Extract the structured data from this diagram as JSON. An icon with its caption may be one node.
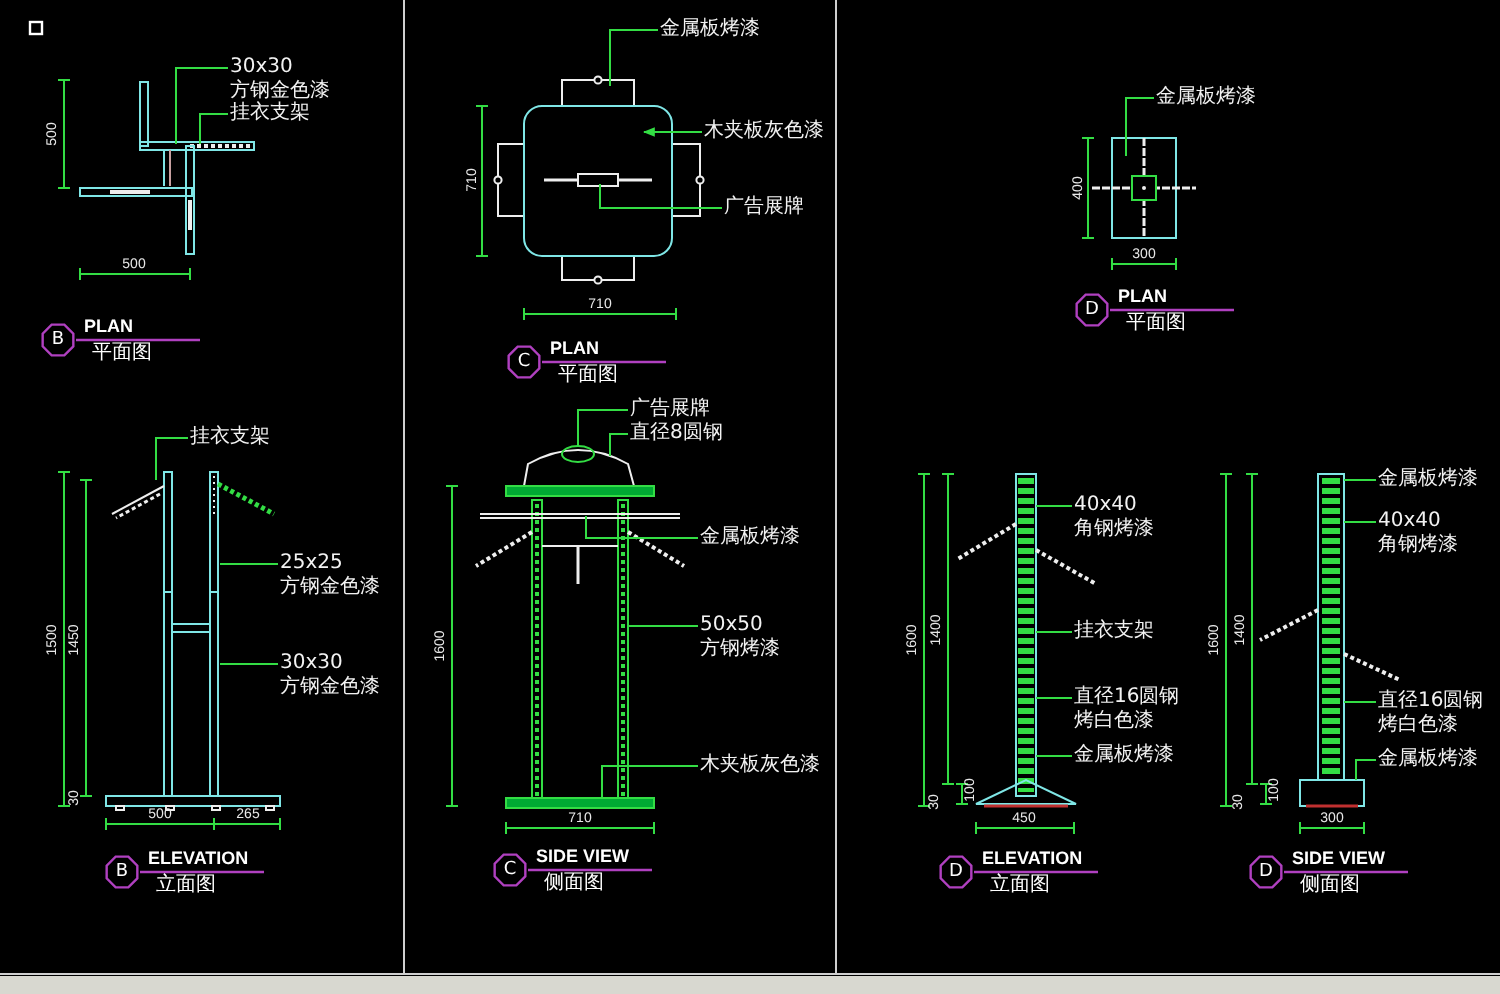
{
  "diagram": {
    "nodes": [
      {
        "text": [
          "30x30",
          "方钢金色漆"
        ]
      },
      {
        "text": [
          "挂衣支架"
        ]
      },
      {
        "text": [
          "B"
        ],
        "beside": [
          "PLAN",
          "平面图"
        ]
      },
      {
        "text": [
          "金属板烤漆"
        ]
      },
      {
        "text": [
          "木夹板灰色漆"
        ]
      },
      {
        "text": [
          "广告展牌"
        ]
      },
      {
        "text": [
          "C"
        ],
        "beside": [
          "PLAN",
          "平面图"
        ]
      },
      {
        "text": [
          "金属板烤漆"
        ]
      },
      {
        "text": [
          "D"
        ],
        "beside": [
          "PLAN",
          "平面图"
        ]
      },
      {
        "text": [
          "挂衣支架"
        ]
      },
      {
        "text": [
          "25x25",
          "方钢金色漆"
        ]
      },
      {
        "text": [
          "30x30",
          "方钢金色漆"
        ]
      },
      {
        "text": [
          "B"
        ],
        "beside": [
          "ELEVATION",
          "立面图"
        ]
      },
      {
        "text": [
          "广告展牌"
        ]
      },
      {
        "text": [
          "直径8圆钢"
        ]
      },
      {
        "text": [
          "金属板烤漆"
        ]
      },
      {
        "text": [
          "50x50",
          "方钢烤漆"
        ]
      },
      {
        "text": [
          "木夹板灰色漆"
        ]
      },
      {
        "text": [
          "C"
        ],
        "beside": [
          "SIDE VIEW",
          "侧面图"
        ]
      },
      {
        "text": [
          "40x40",
          "角钢烤漆"
        ]
      },
      {
        "text": [
          "挂衣支架"
        ]
      },
      {
        "text": [
          "直径16圆钢",
          "烤白色漆"
        ]
      },
      {
        "text": [
          "金属板烤漆"
        ]
      },
      {
        "text": [
          "D"
        ],
        "beside": [
          "ELEVATION",
          "立面图"
        ]
      },
      {
        "text": [
          "金属板烤漆"
        ]
      },
      {
        "text": [
          "40x40",
          "角钢烤漆"
        ]
      },
      {
        "text": [
          "直径16圆钢",
          "烤白色漆"
        ]
      },
      {
        "text": [
          "金属板烤漆"
        ]
      },
      {
        "text": [
          "D"
        ],
        "beside": [
          "SIDE VIEW",
          "侧面图"
        ]
      },
      {
        "text": [],
        "shape": "picture"
      },
      {
        "text": [],
        "shape": "picture"
      },
      {
        "text": [],
        "shape": "picture"
      },
      {
        "text": [],
        "shape": "picture"
      },
      {
        "text": [],
        "shape": "picture"
      },
      {
        "text": [],
        "shape": "picture"
      },
      {
        "text": [],
        "shape": "picture"
      }
    ],
    "edges": [
      {
        "from": 0,
        "to": 29,
        "arrow": "none"
      },
      {
        "from": 1,
        "to": 29,
        "arrow": "none"
      },
      {
        "from": 3,
        "to": 30,
        "arrow": "none"
      },
      {
        "from": 4,
        "to": 30,
        "arrow": "to"
      },
      {
        "from": 5,
        "to": 30,
        "arrow": "none"
      },
      {
        "from": 7,
        "to": 31,
        "arrow": "none"
      },
      {
        "from": 9,
        "to": 32,
        "arrow": "none"
      },
      {
        "from": 10,
        "to": 32,
        "arrow": "none"
      },
      {
        "from": 11,
        "to": 32,
        "arrow": "none"
      },
      {
        "from": 13,
        "to": 33,
        "arrow": "none"
      },
      {
        "from": 14,
        "to": 33,
        "arrow": "none"
      },
      {
        "from": 15,
        "to": 33,
        "arrow": "none"
      },
      {
        "from": 16,
        "to": 33,
        "arrow": "none"
      },
      {
        "from": 17,
        "to": 33,
        "arrow": "none"
      },
      {
        "from": 19,
        "to": 34,
        "arrow": "none"
      },
      {
        "from": 20,
        "to": 34,
        "arrow": "none"
      },
      {
        "from": 21,
        "to": 34,
        "arrow": "none"
      },
      {
        "from": 22,
        "to": 34,
        "arrow": "none"
      },
      {
        "from": 24,
        "to": 35,
        "arrow": "none"
      },
      {
        "from": 25,
        "to": 35,
        "arrow": "none"
      },
      {
        "from": 26,
        "to": 35,
        "arrow": "none"
      },
      {
        "from": 27,
        "to": 35,
        "arrow": "none"
      }
    ],
    "labels": [
      "500",
      "500",
      "710",
      "710",
      "400",
      "300",
      "1500",
      "1450",
      "30",
      "500",
      "265",
      "1600",
      "710",
      "1600",
      "1400",
      "100",
      "30",
      "450",
      "1600",
      "1400",
      "100",
      "30",
      "300"
    ]
  }
}
